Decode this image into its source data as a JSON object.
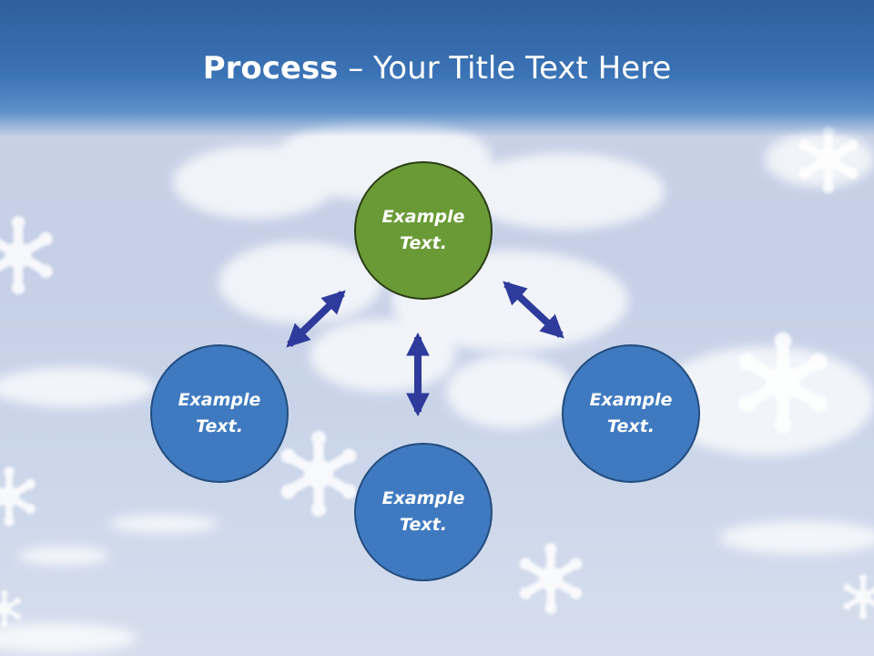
{
  "title": {
    "bold": "Process",
    "rest": " – Your Title Text Here"
  },
  "nodes": {
    "top": {
      "line1": "Example",
      "line2": "Text."
    },
    "left": {
      "line1": "Example",
      "line2": "Text."
    },
    "bottom": {
      "line1": "Example",
      "line2": "Text."
    },
    "right": {
      "line1": "Example",
      "line2": "Text."
    }
  },
  "colors": {
    "title_band": "#3a73b6",
    "center_node": "#6a9a36",
    "outer_node": "#3f7ac0",
    "arrow": "#2e3a9c"
  },
  "icons": [
    "snowflake-icon",
    "double-arrow-icon"
  ]
}
